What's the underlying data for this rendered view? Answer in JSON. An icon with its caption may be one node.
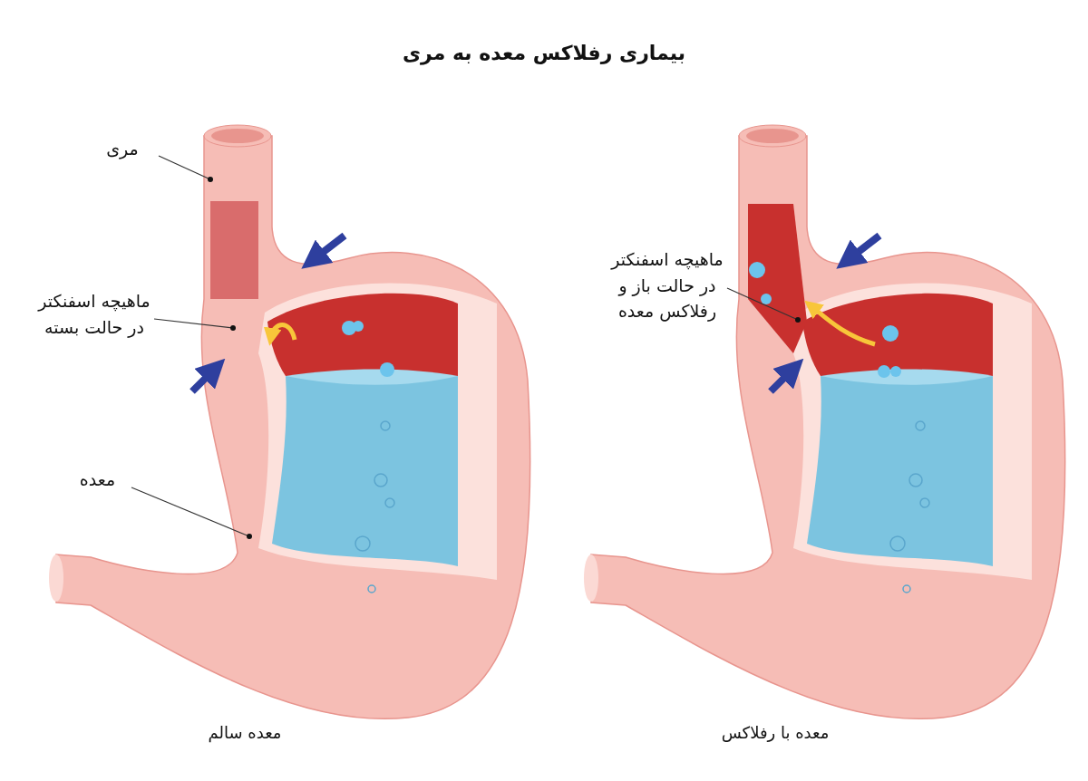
{
  "diagram": {
    "title": "بیماری رفلاکس معده به مری",
    "nodes": [
      {
        "text": [
          "مری"
        ]
      },
      {
        "text": [
          "ماهیچه اسفنکتر در حالت بسته"
        ]
      },
      {
        "text": [
          "معده"
        ]
      },
      {
        "text": [
          "ماهیچه اسفنکتر در حالت باز و رفلاکس معده"
        ]
      }
    ],
    "edges": [
      {
        "from": 0,
        "to": null,
        "arrow": "other"
      },
      {
        "from": 1,
        "to": null,
        "arrow": "other"
      },
      {
        "from": 2,
        "to": null,
        "arrow": "other"
      },
      {
        "from": 3,
        "to": null,
        "arrow": "other"
      }
    ],
    "labels": [
      "معده سالم",
      "معده با رفلاکس"
    ]
  }
}
